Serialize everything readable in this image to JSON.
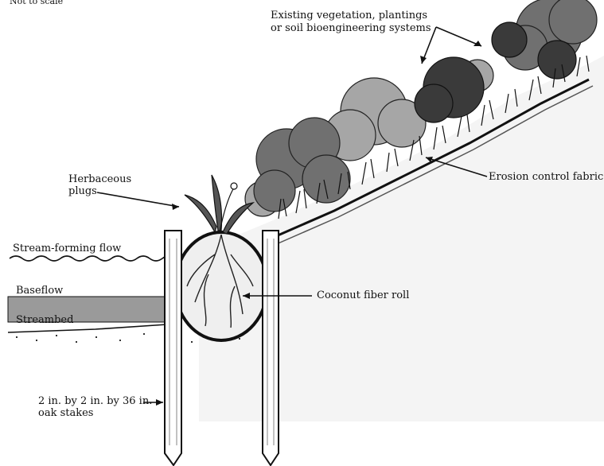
{
  "scale_note": "Not to scale",
  "labels": {
    "vegetation_line1": "Existing vegetation, plantings",
    "vegetation_line2": "or soil bioengineering systems",
    "erosion_fabric": "Erosion control fabric",
    "herbaceous_line1": "Herbaceous",
    "herbaceous_line2": "plugs",
    "stream_flow": "Stream-forming flow",
    "baseflow": "Baseflow",
    "streambed": "Streambed",
    "coconut_roll": "Coconut fiber roll",
    "stakes_line1": "2 in. by 2 in. by 36 in.",
    "stakes_line2": "oak stakes"
  },
  "colors": {
    "ink": "#111111",
    "dark_foliage": "#3a3a3a",
    "mid_foliage": "#707070",
    "light_foliage": "#a8a8a8",
    "water": "#9a9a9a",
    "bank": "#f2f2f2"
  }
}
